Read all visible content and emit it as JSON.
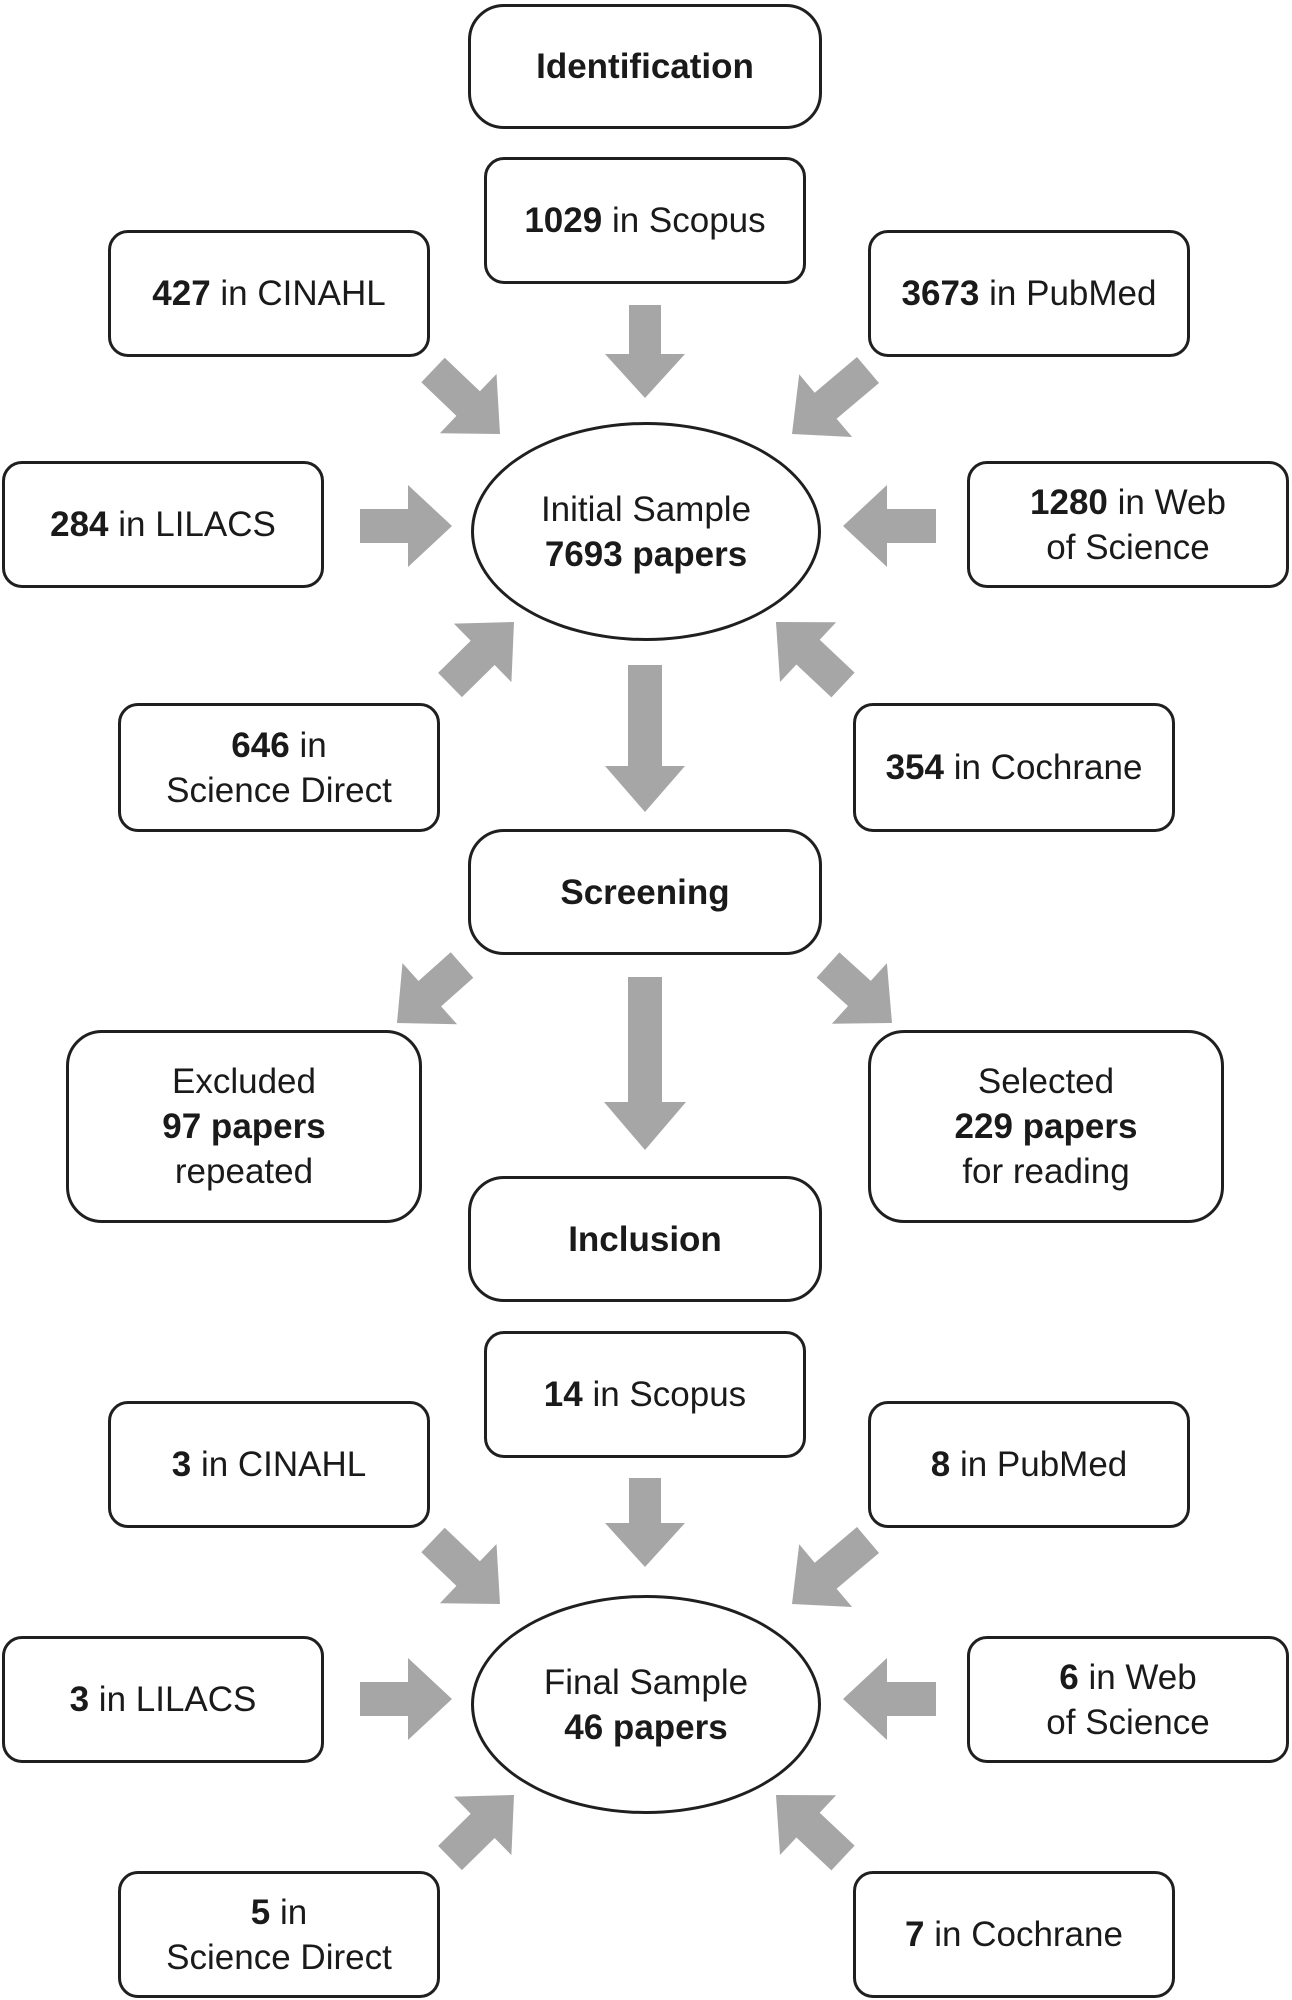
{
  "stages": {
    "identification": "Identification",
    "screening": "Screening",
    "inclusion": "Inclusion"
  },
  "identification": {
    "scopus": {
      "count": "1029",
      "label": "in Scopus"
    },
    "cinahl": {
      "count": "427",
      "label": "in CINAHL"
    },
    "pubmed": {
      "count": "3673",
      "label": "in PubMed"
    },
    "lilacs": {
      "count": "284",
      "label": "in LILACS"
    },
    "wos": {
      "count": "1280",
      "label": "in Web",
      "label2": "of Science"
    },
    "sciencedirect": {
      "count": "646",
      "label": "in",
      "label2": "Science Direct"
    },
    "cochrane": {
      "count": "354",
      "label": "in Cochrane"
    }
  },
  "initial_sample": {
    "line1": "Initial Sample",
    "line2": "7693 papers"
  },
  "excluded": {
    "line1": "Excluded",
    "line2": "97 papers",
    "line3": "repeated"
  },
  "selected": {
    "line1": "Selected",
    "line2": "229 papers",
    "line3": "for reading"
  },
  "inclusion": {
    "scopus": {
      "count": "14",
      "label": "in Scopus"
    },
    "cinahl": {
      "count": "3",
      "label": "in CINAHL"
    },
    "pubmed": {
      "count": "8",
      "label": "in PubMed"
    },
    "lilacs": {
      "count": "3",
      "label": "in LILACS"
    },
    "wos": {
      "count": "6",
      "label": "in Web",
      "label2": "of Science"
    },
    "sciencedirect": {
      "count": "5",
      "label": "in",
      "label2": "Science Direct"
    },
    "cochrane": {
      "count": "7",
      "label": "in Cochrane"
    }
  },
  "final_sample": {
    "line1": "Final Sample",
    "line2": "46 papers"
  },
  "colors": {
    "arrow": "#a6a6a6",
    "border": "#1f1f1f"
  }
}
